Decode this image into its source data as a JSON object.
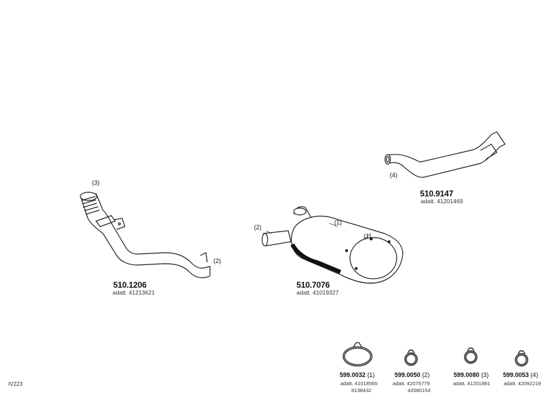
{
  "diagram_code": "IV223",
  "parts": {
    "front_pipe": {
      "number": "510.1206",
      "adapter": "adatt. 41213621",
      "callout_top": "(3)",
      "callout_side": "(2)"
    },
    "silencer": {
      "number": "510.7076",
      "adapter": "adatt. 41019327",
      "callout_inlet": "(2)",
      "callout_top": "(1)",
      "callout_mid": "(1)"
    },
    "tail_pipe": {
      "number": "510.9147",
      "adapter": "adatt. 41201469",
      "callout": "(4)"
    }
  },
  "clamps": [
    {
      "number": "599.0032",
      "qty": "(1)",
      "adapter_lines": [
        "adatt. 41018565",
        "8138432"
      ]
    },
    {
      "number": "599.0050",
      "qty": "(2)",
      "adapter_lines": [
        "adatt. 42075779",
        "42080154"
      ]
    },
    {
      "number": "599.0080",
      "qty": "(3)",
      "adapter_lines": [
        "adatt. 41201881"
      ]
    },
    {
      "number": "599.0053",
      "qty": "(4)",
      "adapter_lines": [
        "adatt. 42092219"
      ]
    }
  ]
}
